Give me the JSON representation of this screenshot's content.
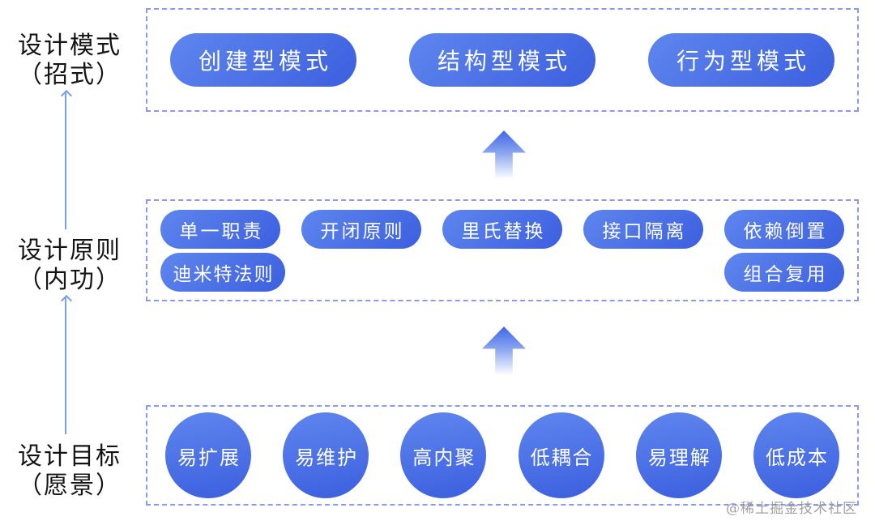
{
  "left_labels": {
    "patterns": {
      "line1": "设计模式",
      "line2": "（招式）"
    },
    "principles": {
      "line1": "设计原则",
      "line2": "（内功）"
    },
    "goals": {
      "line1": "设计目标",
      "line2": "（愿景）"
    }
  },
  "patterns": {
    "items": [
      "创建型模式",
      "结构型模式",
      "行为型模式"
    ]
  },
  "principles": {
    "row1": [
      "单一职责",
      "开闭原则",
      "里氏替换",
      "接口隔离",
      "依赖倒置"
    ],
    "row2": [
      "迪米特法则",
      "组合复用"
    ]
  },
  "goals": {
    "items": [
      "易扩展",
      "易维护",
      "高内聚",
      "低耦合",
      "易理解",
      "低成本"
    ]
  },
  "watermark": "@稀土掘金技术社区",
  "icons": {
    "block_up_arrow": "⬆",
    "line_up_arrow": "↑"
  },
  "colors": {
    "background": "#ffffff",
    "pill_gradient_top": "#5e86ee",
    "pill_gradient_bottom": "#3c5fdf",
    "pill_text": "#ffffff",
    "box_border": "#8a9af0",
    "block_arrow_top": "#3f66e7",
    "line_arrow": "#74a0ec",
    "label_text": "#141414",
    "watermark_text": "#8f8f8f"
  }
}
